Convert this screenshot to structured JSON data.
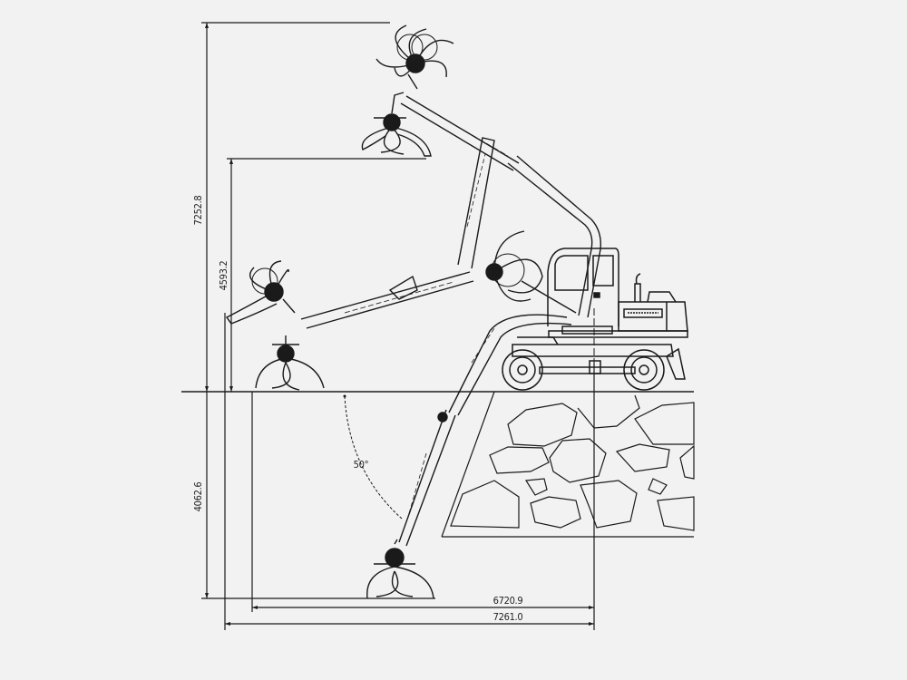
{
  "diagram": {
    "subject": "wheeled log-grapple excavator working range",
    "background_color": "#f2f2f2",
    "line_color": "#1a1a1a",
    "dimensions": {
      "max_reach_height": "7252.8",
      "grapple_height_mid": "4593.2",
      "max_dig_depth": "4062.6",
      "reach_at_depth": "6720.9",
      "max_reach_ground": "7261.0"
    },
    "angle_label": "50°",
    "poses": [
      "grapple raised high",
      "grapple extended horizontal",
      "grapple lowered below ground"
    ]
  }
}
